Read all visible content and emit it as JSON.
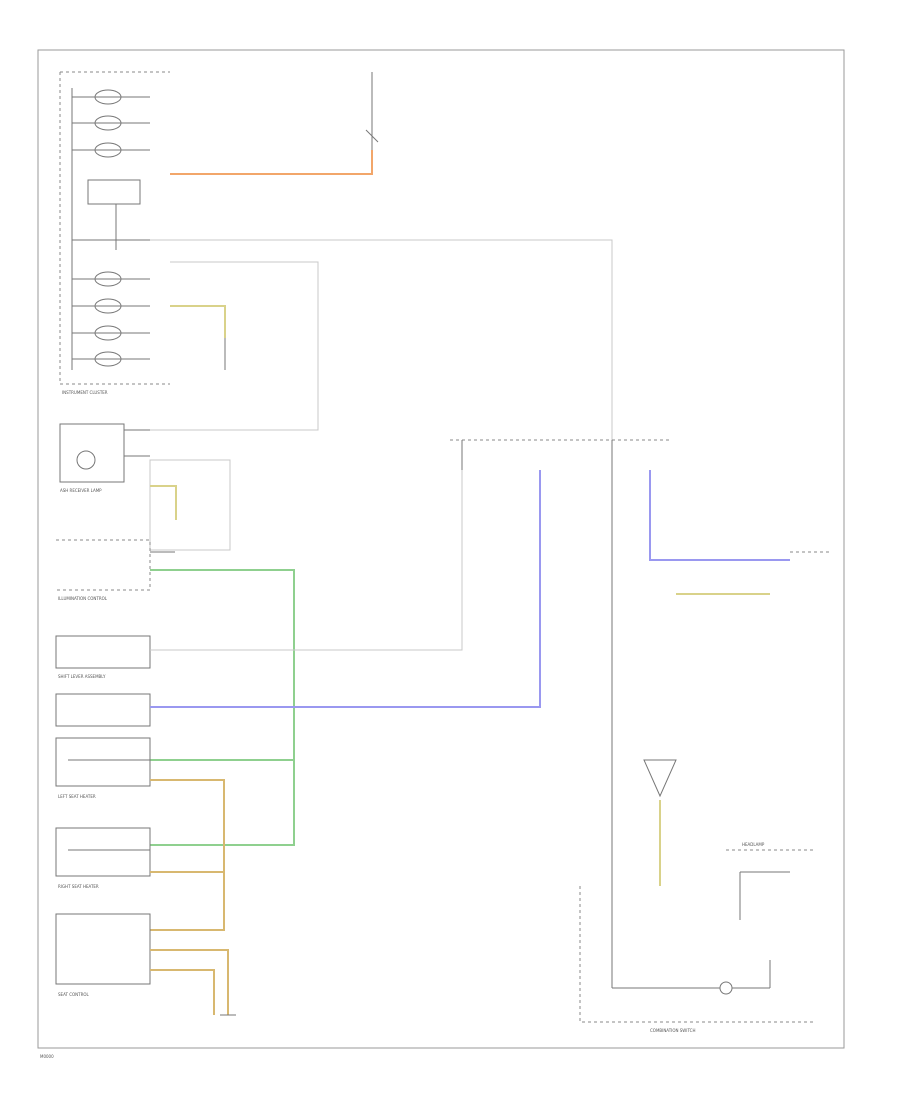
{
  "colors": {
    "frame": "#9a9a9a",
    "wire_black": "#777777",
    "wire_grey": "#c8c8c8",
    "wire_orange": "#f2a66a",
    "wire_yellow": "#d9d28a",
    "wire_tan": "#d8b870",
    "wire_green": "#8fd08f",
    "wire_blue": "#9a98f0"
  },
  "labels": {
    "instrument_cluster": "INSTRUMENT CLUSTER",
    "ashtray_lamp": "ASH RECEIVER LAMP",
    "illumination_control": "ILLUMINATION CONTROL",
    "shift_lever": "SHIFT LEVER ASSEMBLY",
    "left_seat_heater": "LEFT SEAT HEATER",
    "right_seat_heater": "RIGHT SEAT HEATER",
    "seat_control": "SEAT CONTROL",
    "combination_switch": "COMBINATION SWITCH",
    "headlamp": "HEADLAMP",
    "code": "M0000"
  }
}
